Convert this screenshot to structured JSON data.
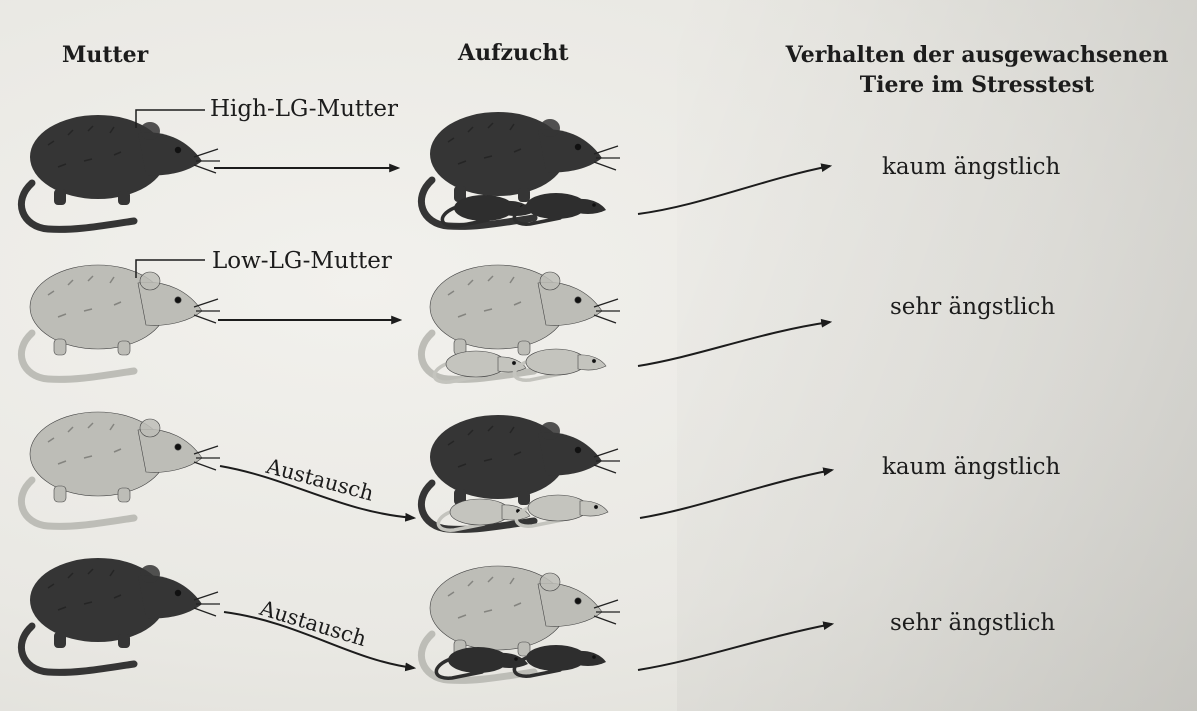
{
  "headings": {
    "mother": "Mutter",
    "rearing": "Aufzucht",
    "behavior_line1": "Verhalten der ausgewachsenen",
    "behavior_line2": "Tiere im Stresstest"
  },
  "mother_labels": {
    "high": "High-LG-Mutter",
    "low": "Low-LG-Mutter"
  },
  "swap_label": "Austausch",
  "results": [
    "kaum ängstlich",
    "sehr ängstlich",
    "kaum ängstlich",
    "sehr ängstlich"
  ],
  "colors": {
    "dark_fur": "#3a3a3a",
    "light_fur": "#bdbdb7",
    "ink": "#1c1c1c",
    "paper": "#ecebe7"
  },
  "icons": [
    "rat-icon",
    "pup-icon",
    "arrow-icon"
  ]
}
